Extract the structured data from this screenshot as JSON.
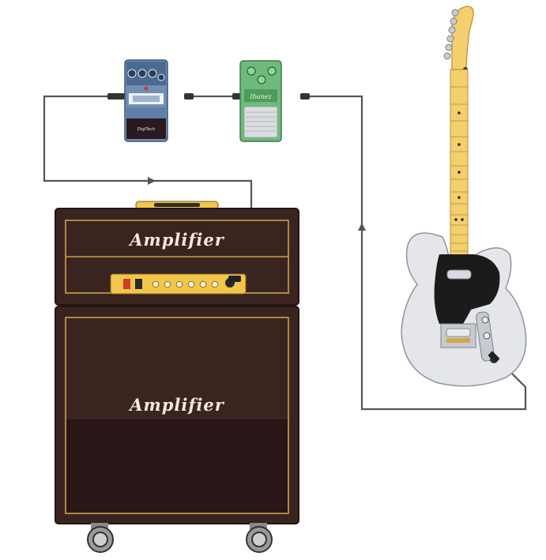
{
  "amp_head": {
    "label": "Amplifier"
  },
  "amp_cabinet": {
    "label": "Amplifier"
  },
  "pedal_1": {
    "brand": "DigiTech"
  },
  "pedal_2": {
    "brand": "Ibanez"
  },
  "colors": {
    "amp_body": "#3a2420",
    "amp_trim": "#c9a24a",
    "amp_grill": "#2a1618",
    "control_panel": "#f1c64a",
    "cable": "#555555",
    "pedal_blue": "#6f8fb5",
    "pedal_green": "#6dbb7a",
    "guitar_body": "#e4e6ea",
    "neck": "#f3cf6e",
    "pickguard": "#1b1b1b"
  }
}
